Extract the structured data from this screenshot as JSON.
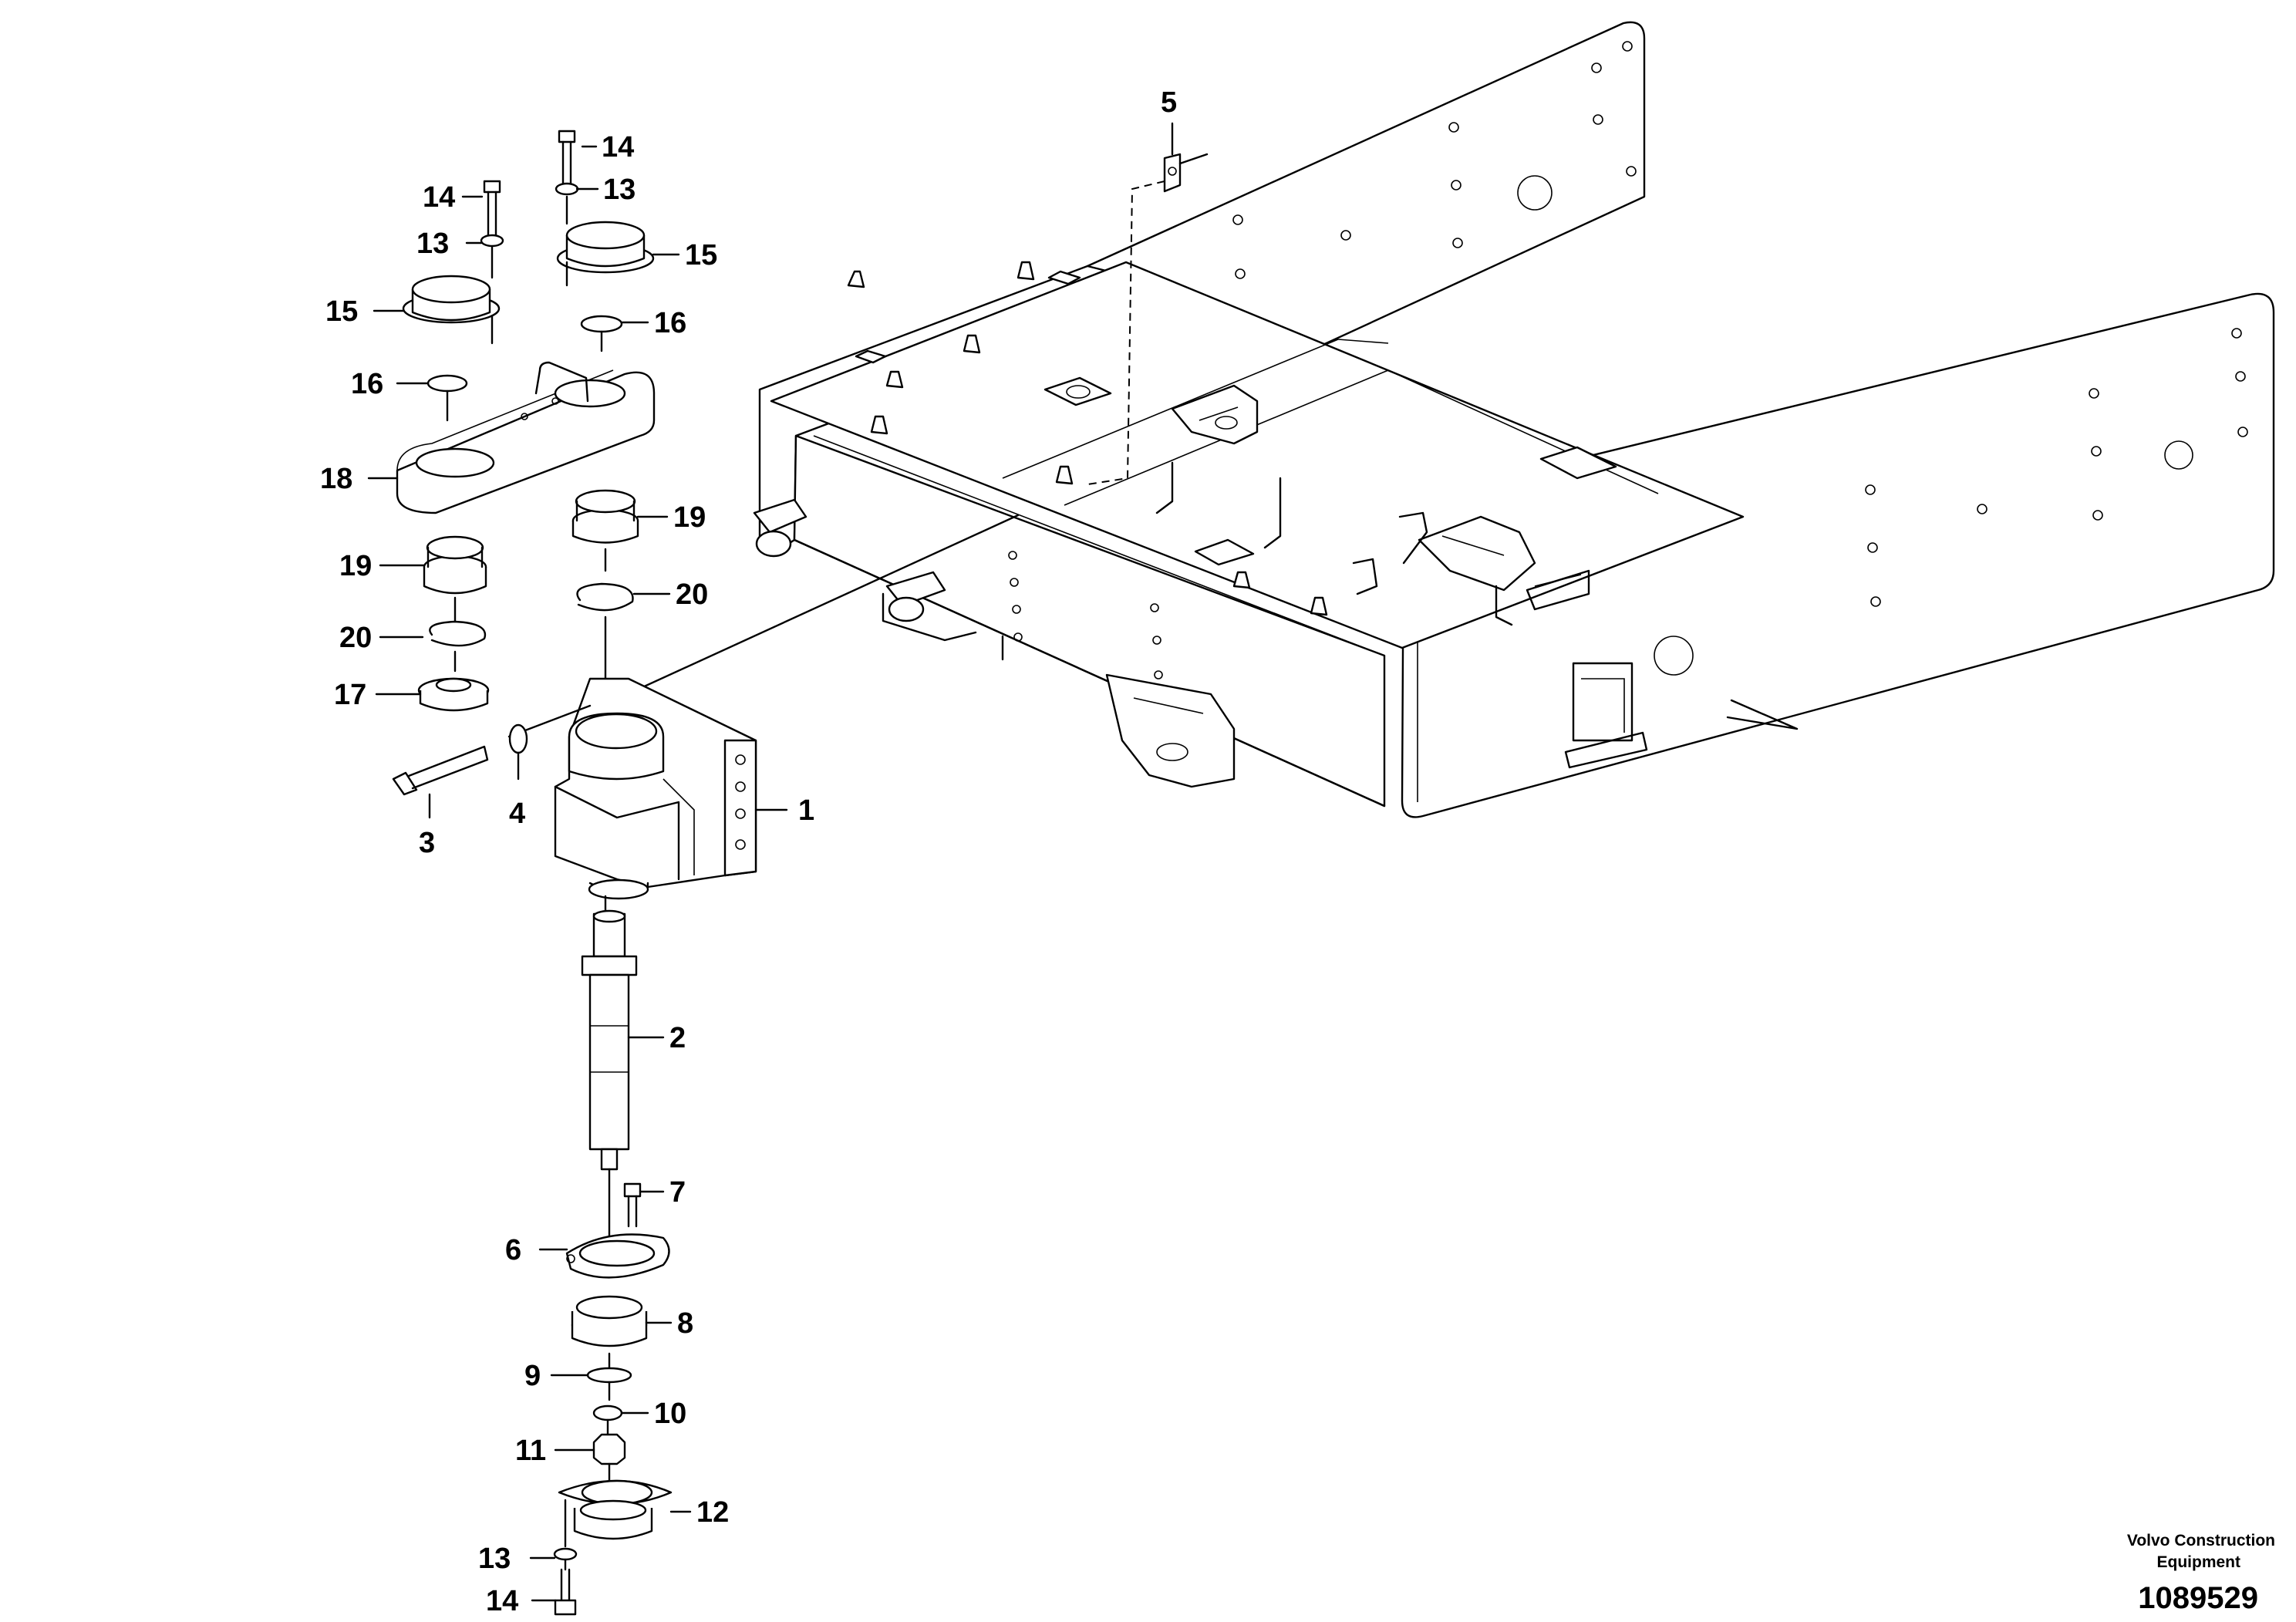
{
  "callouts": [
    {
      "id": "c14a",
      "label": "14"
    },
    {
      "id": "c13a",
      "label": "13"
    },
    {
      "id": "c15a",
      "label": "15"
    },
    {
      "id": "c16a",
      "label": "16"
    },
    {
      "id": "c14b",
      "label": "14"
    },
    {
      "id": "c13b",
      "label": "13"
    },
    {
      "id": "c15b",
      "label": "15"
    },
    {
      "id": "c16b",
      "label": "16"
    },
    {
      "id": "c18",
      "label": "18"
    },
    {
      "id": "c19a",
      "label": "19"
    },
    {
      "id": "c19b",
      "label": "19"
    },
    {
      "id": "c20a",
      "label": "20"
    },
    {
      "id": "c20b",
      "label": "20"
    },
    {
      "id": "c17",
      "label": "17"
    },
    {
      "id": "c3",
      "label": "3"
    },
    {
      "id": "c4",
      "label": "4"
    },
    {
      "id": "c1",
      "label": "1"
    },
    {
      "id": "c2",
      "label": "2"
    },
    {
      "id": "c5",
      "label": "5"
    },
    {
      "id": "c7",
      "label": "7"
    },
    {
      "id": "c6",
      "label": "6"
    },
    {
      "id": "c8",
      "label": "8"
    },
    {
      "id": "c9",
      "label": "9"
    },
    {
      "id": "c10",
      "label": "10"
    },
    {
      "id": "c11",
      "label": "11"
    },
    {
      "id": "c12",
      "label": "12"
    },
    {
      "id": "c13c",
      "label": "13"
    },
    {
      "id": "c14c",
      "label": "14"
    }
  ],
  "footer": {
    "brand_line1": "Volvo Construction",
    "brand_line2": "Equipment",
    "doc_number": "1089529"
  }
}
